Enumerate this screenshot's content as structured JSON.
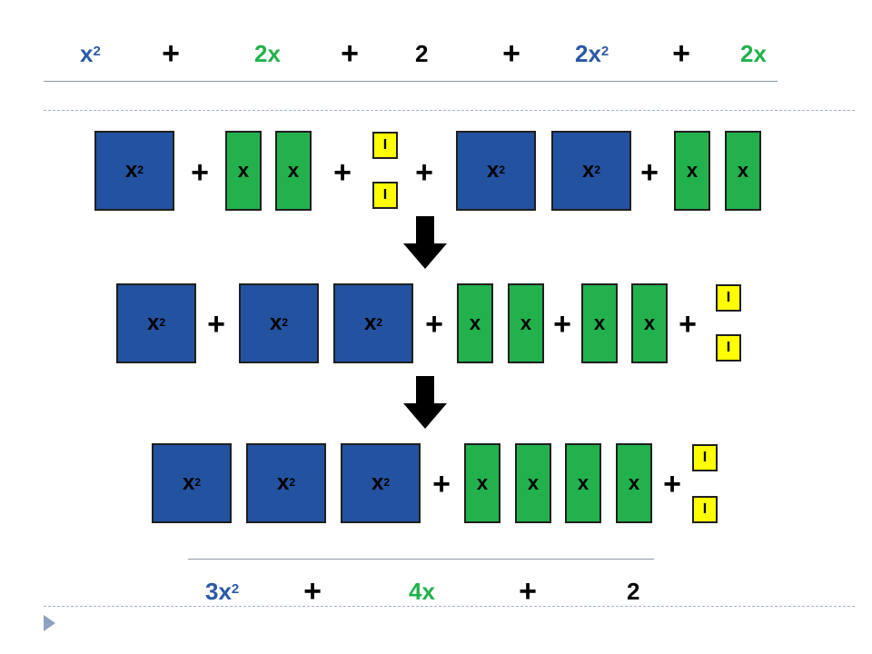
{
  "colors": {
    "x2_blue": "#2352a0",
    "x_green": "#22b14c",
    "unit_yellow": "#ffff00",
    "text_blue": "#2a58a6",
    "text_green": "#22b14c"
  },
  "labels": {
    "x2_base": "x",
    "x2_exp": "2",
    "x": "x",
    "one": "I",
    "plus": "+"
  },
  "top_expression": {
    "t1_base": "x",
    "t1_exp": "2",
    "t2": "2x",
    "t3": "2",
    "t4_base": "2x",
    "t4_exp": "2",
    "t5": "2x"
  },
  "bottom_expression": {
    "t1_base": "3x",
    "t1_exp": "2",
    "t2": "4x",
    "t3": "2"
  },
  "icons": {
    "arrow": "down-arrow-icon",
    "nav": "play-triangle-icon"
  }
}
